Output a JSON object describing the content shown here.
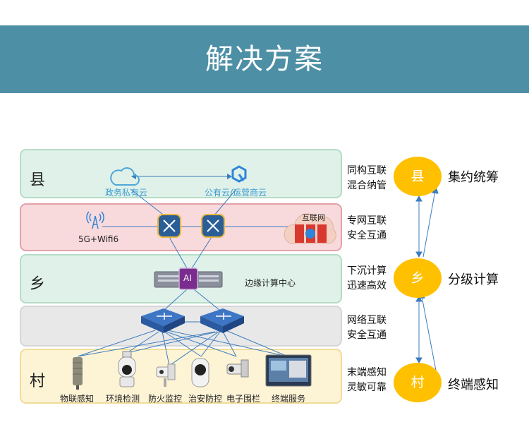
{
  "title": "解决方案",
  "levels": {
    "county": {
      "label": "县",
      "left_icon_label": "政务私有云",
      "right_icon_label": "公有云/运营商云"
    },
    "network_top": {
      "wireless_label": "5G+Wifi6",
      "internet_label": "互联网"
    },
    "township": {
      "label": "乡",
      "chip_label": "AI",
      "center_label": "边缘计算中心"
    },
    "village": {
      "label": "村",
      "devices": [
        "物联感知",
        "环境检测",
        "防火监控",
        "治安防控",
        "电子围栏",
        "终端服务"
      ]
    }
  },
  "side_notes": [
    [
      "同构互联",
      "混合纳管"
    ],
    [
      "专网互联",
      "安全互通"
    ],
    [
      "下沉计算",
      "迅速高效"
    ],
    [
      "网络互联",
      "安全互通"
    ],
    [
      "末端感知",
      "灵敏可靠"
    ]
  ],
  "right": [
    {
      "circle": "县",
      "label": "集约统筹"
    },
    {
      "circle": "乡",
      "label": "分级计算"
    },
    {
      "circle": "村",
      "label": "终端感知"
    }
  ],
  "colors": {
    "banner": "#4d8fa5",
    "circle": "#ffc000",
    "county_band": "#dff1e9",
    "network_band": "#f8d9dc",
    "township_band": "#dff1e9",
    "switch_band": "#e8e8e8",
    "village_band": "#fdf3d5"
  }
}
